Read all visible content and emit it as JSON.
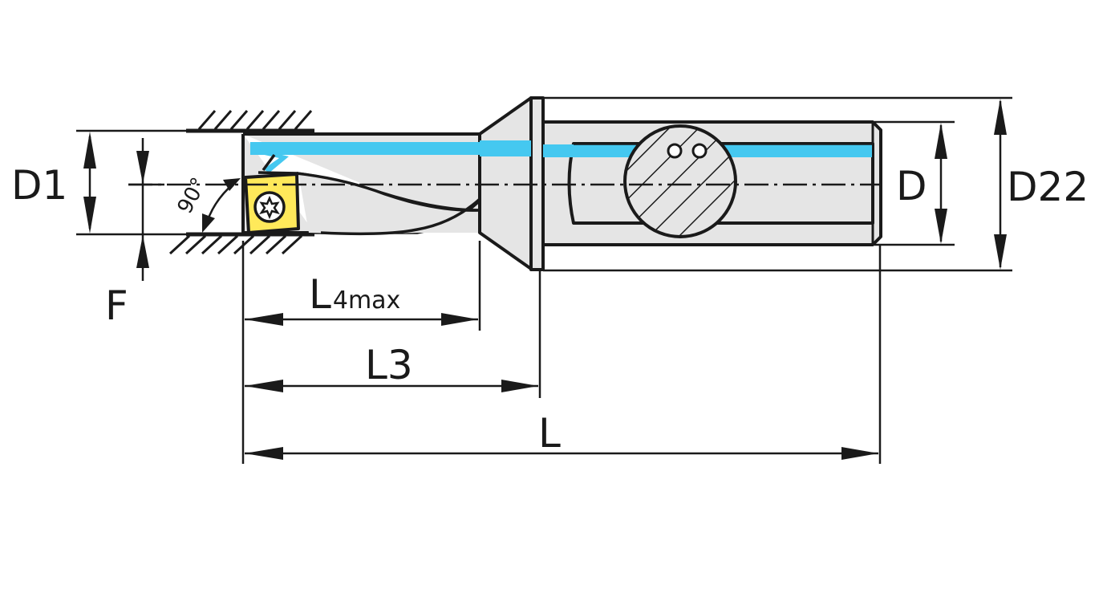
{
  "labels": {
    "d1": "D1",
    "f": "F",
    "angle": "90°",
    "l4_main": "L",
    "l4_sub": "4max",
    "l3": "L3",
    "l": "L",
    "d": "D",
    "d22": "D22"
  },
  "colors": {
    "outline": "#1a1a1a",
    "body": "#e5e5e5",
    "coolant": "#45c8f0",
    "insert": "#ffe95a"
  }
}
